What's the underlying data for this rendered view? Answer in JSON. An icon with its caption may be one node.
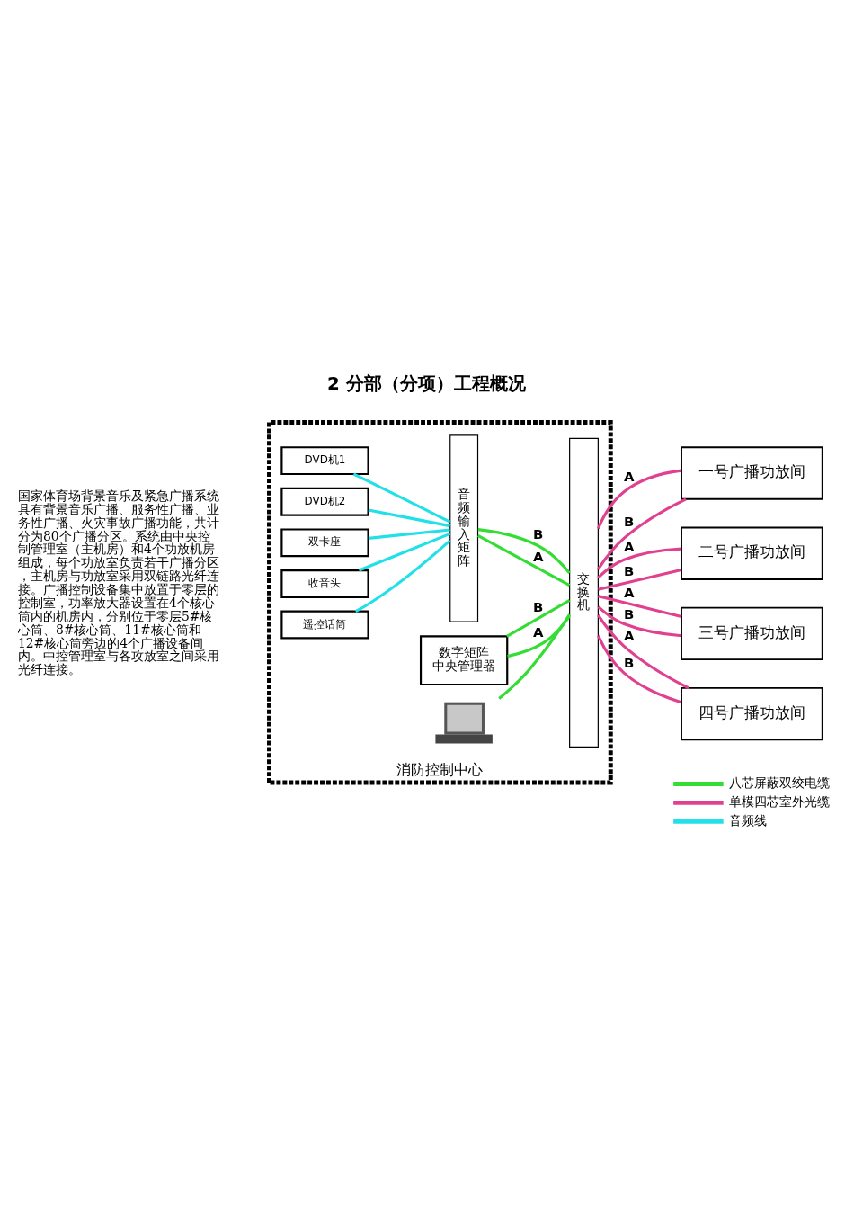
{
  "diagram": {
    "title": "2 分部（分项）工程概况",
    "nodes": [
      {
        "text": [
          "消防控制中心"
        ]
      },
      {
        "text": [
          "DVD机1"
        ],
        "in": 0
      },
      {
        "text": [
          "DVD机2"
        ],
        "in": 0
      },
      {
        "text": [
          "双卡座"
        ],
        "in": 0
      },
      {
        "text": [
          "收音头"
        ],
        "in": 0
      },
      {
        "text": [
          "遥控话筒"
        ],
        "in": 0
      },
      {
        "text": [
          "数字矩阵中央管理器"
        ],
        "in": 0
      },
      {
        "text": [],
        "shape": "picture",
        "in": 0
      },
      {
        "text": [
          "音频输入矩阵"
        ],
        "in": 0
      },
      {
        "text": [
          "交换机"
        ],
        "in": 0
      },
      {
        "text": [
          "一号广播功放间"
        ]
      },
      {
        "text": [
          "二号广播功放间"
        ]
      },
      {
        "text": [
          "三号广播功放间"
        ]
      },
      {
        "text": [
          "四号广播功放间"
        ]
      }
    ],
    "edges": [
      {
        "from": 1,
        "to": 8,
        "arrow": "none",
        "color": "#22e0e8"
      },
      {
        "from": 2,
        "to": 8,
        "arrow": "none",
        "color": "#22e0e8"
      },
      {
        "from": 3,
        "to": 8,
        "arrow": "none",
        "color": "#22e0e8"
      },
      {
        "from": 4,
        "to": 8,
        "arrow": "none",
        "color": "#22e0e8"
      },
      {
        "from": 5,
        "to": 8,
        "arrow": "none",
        "color": "#22e0e8"
      },
      {
        "from": 8,
        "to": 9,
        "arrow": "none",
        "label": "A",
        "color": "#33dd33"
      },
      {
        "from": 8,
        "to": 9,
        "arrow": "none",
        "label": "B",
        "color": "#33dd33"
      },
      {
        "from": 6,
        "to": 9,
        "arrow": "none",
        "label": "A",
        "color": "#33dd33"
      },
      {
        "from": 6,
        "to": 9,
        "arrow": "none",
        "label": "B",
        "color": "#33dd33"
      },
      {
        "from": 7,
        "to": 9,
        "arrow": "none",
        "color": "#33dd33"
      },
      {
        "from": 9,
        "to": 10,
        "arrow": "none",
        "label": "A",
        "color": "#e0408f"
      },
      {
        "from": 9,
        "to": 10,
        "arrow": "none",
        "label": "B",
        "color": "#e0408f"
      },
      {
        "from": 9,
        "to": 11,
        "arrow": "none",
        "label": "A",
        "color": "#e0408f"
      },
      {
        "from": 9,
        "to": 11,
        "arrow": "none",
        "label": "B",
        "color": "#e0408f"
      },
      {
        "from": 9,
        "to": 12,
        "arrow": "none",
        "label": "A",
        "color": "#e0408f"
      },
      {
        "from": 9,
        "to": 12,
        "arrow": "none",
        "label": "B",
        "color": "#e0408f"
      },
      {
        "from": 9,
        "to": 13,
        "arrow": "none",
        "label": "A",
        "color": "#e0408f"
      },
      {
        "from": 9,
        "to": 13,
        "arrow": "none",
        "label": "B",
        "color": "#e0408f"
      }
    ],
    "labels": [
      "国家体育场背景音乐及紧急广播系统具有背景音乐广播、服务性广播、业务性广播、火灾事故广播功能，共计分为80个广播分区。系统由中央控制管理室（主机房）和4个功放机房组成，每个功放室负责若干广播分区，主机房与功放室采用双链路光纤连接。广播控制设备集中放置于零层的控制室，功率放大器设置在4个核心筒内的机房内，分别位于零层5#核心筒、8#核心筒、11#核心筒和12#核心筒旁边的4个广播设备间内。中控管理室与各攻放室之间采用光纤连接。"
    ],
    "legend": [
      {
        "text": "八芯屏蔽双绞电缆",
        "color": "#33dd33"
      },
      {
        "text": "单模四芯室外光缆",
        "color": "#e0408f"
      },
      {
        "text": "音频线",
        "color": "#22e0e8"
      }
    ]
  }
}
